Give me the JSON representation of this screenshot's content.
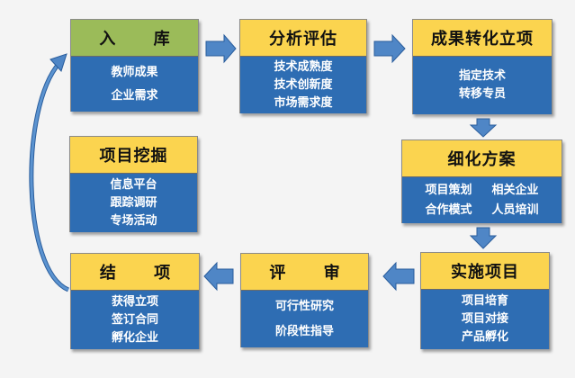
{
  "colors": {
    "head_green": "#9bbb59",
    "head_yellow": "#fbd44f",
    "body_blue": "#2e6db3",
    "arrow_fill": "#4f86c6",
    "arrow_stroke": "#2a5d9c"
  },
  "nodes": {
    "ruku": {
      "title": "入 库",
      "items": [
        "教师成果",
        "企业需求"
      ]
    },
    "fenxi": {
      "title": "分析评估",
      "items": [
        "技术成熟度",
        "技术创新度",
        "市场需求度"
      ]
    },
    "chengguo": {
      "title": "成果转化立项",
      "items": [
        "指定技术",
        "转移专员"
      ]
    },
    "xiangmu_wajue": {
      "title": "项目挖掘",
      "items": [
        "信息平台",
        "跟踪调研",
        "专场活动"
      ]
    },
    "xihua": {
      "title": "细化方案",
      "rows": [
        [
          "项目策划",
          "相关企业"
        ],
        [
          "合作模式",
          "人员培训"
        ]
      ]
    },
    "jiexiang": {
      "title": "结 项",
      "items": [
        "获得立项",
        "签订合同",
        "孵化企业"
      ]
    },
    "pingshen": {
      "title": "评 审",
      "items": [
        "可行性研究",
        "阶段性指导"
      ]
    },
    "shishi": {
      "title": "实施项目",
      "items": [
        "项目培育",
        "项目对接",
        "产品孵化"
      ]
    }
  }
}
